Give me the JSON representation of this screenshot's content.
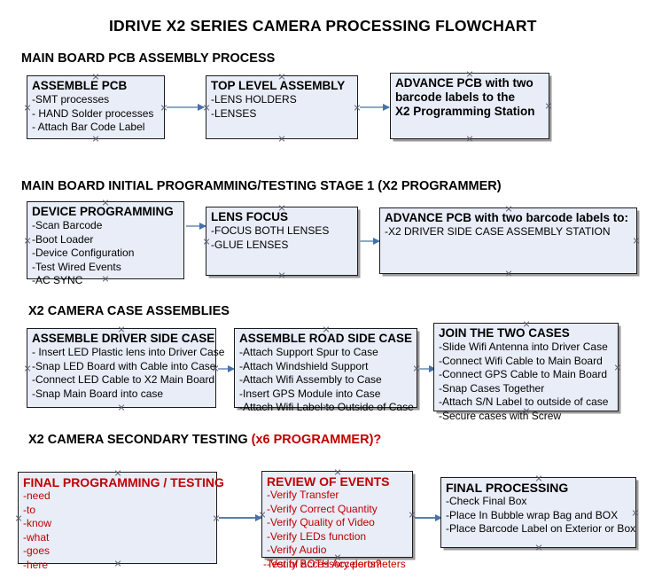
{
  "document": {
    "title": "IDRIVE X2  SERIES CAMERA PROCESSING FLOWCHART"
  },
  "sections": [
    {
      "id": "main-board-pcb-assembly",
      "heading": "MAIN BOARD PCB ASSEMBLY PROCESS",
      "heading_accent": "",
      "nodes": [
        {
          "id": "assemble-pcb",
          "title": "ASSEMBLE PCB",
          "lines": [
            "-SMT processes",
            "- HAND Solder processes",
            "- Attach Bar Code Label"
          ]
        },
        {
          "id": "top-level-assembly",
          "title": "TOP LEVEL ASSEMBLY",
          "lines": [
            "-LENS HOLDERS",
            "-LENSES"
          ]
        },
        {
          "id": "advance-pcb-to-programming-station",
          "title": "ADVANCE PCB with two",
          "lines": [
            "barcode labels to the",
            " X2 Programming Station"
          ]
        }
      ]
    },
    {
      "id": "main-board-initial-programming",
      "heading": "MAIN BOARD INITIAL PROGRAMMING/TESTING STAGE 1 (X2 PROGRAMMER)",
      "heading_accent": "",
      "nodes": [
        {
          "id": "device-programming",
          "title": "DEVICE PROGRAMMING",
          "lines": [
            "-Scan Barcode",
            "-Boot Loader",
            "-Device Configuration",
            "-Test Wired Events",
            "-AC SYNC"
          ]
        },
        {
          "id": "lens-focus",
          "title": "LENS FOCUS",
          "lines": [
            "-FOCUS BOTH LENSES",
            "-GLUE LENSES"
          ]
        },
        {
          "id": "advance-pcb-to-driver-side-case",
          "title": "ADVANCE PCB with two barcode labels to:",
          "lines": [
            "-X2 DRIVER  SIDE  CASE  ASSEMBLY STATION"
          ]
        }
      ]
    },
    {
      "id": "x2-camera-case-assemblies",
      "heading": "X2 CAMERA CASE ASSEMBLIES",
      "heading_accent": "",
      "nodes": [
        {
          "id": "assemble-driver-side-case",
          "title": "ASSEMBLE DRIVER SIDE CASE",
          "lines": [
            "- Insert LED Plastic lens into Driver Case",
            "-Snap LED Board with Cable into Case",
            "-Connect LED Cable to X2 Main Board",
            "-Snap Main Board into case"
          ]
        },
        {
          "id": "assemble-road-side-case",
          "title": "ASSEMBLE ROAD SIDE CASE",
          "lines": [
            "-Attach Support Spur to Case",
            "-Attach Windshield Support",
            "-Attach Wifi Assembly to Case",
            "-Insert GPS Module into Case",
            "-Attach Wifi Label to Outside of Case"
          ]
        },
        {
          "id": "join-the-two-cases",
          "title": "JOIN THE TWO CASES",
          "lines": [
            "-Slide Wifi Antenna into Driver Case",
            "-Connect Wifi Cable to Main Board",
            "-Connect GPS Cable to Main Board",
            "-Snap Cases Together",
            "-Attach S/N Label to outside of case",
            "-Secure cases with Screw"
          ]
        }
      ]
    },
    {
      "id": "x2-camera-secondary-testing",
      "heading": "X2 CAMERA SECONDARY TESTING ",
      "heading_accent": "(x6 PROGRAMMER)?",
      "nodes": [
        {
          "id": "final-programming-testing",
          "title": "FINAL PROGRAMMING / TESTING",
          "lines": [
            "-need",
            "-to",
            "-know",
            "-what",
            "-goes",
            "-here"
          ]
        },
        {
          "id": "review-of-events",
          "title": "REVIEW OF EVENTS",
          "lines": [
            "-Verify Transfer",
            "-Verify Correct Quantity",
            "-Verify Quality of Video",
            "-Verify LEDs function",
            "-Verify Audio",
            "-Verify BOTH Accelerometers"
          ],
          "overflow_line": "-Test of accessory ports?"
        },
        {
          "id": "final-processing",
          "title": "FINAL PROCESSING",
          "lines": [
            " -Check Final Box",
            "-Place In Bubble wrap Bag and BOX",
            "-Place Barcode Label on Exterior or Box"
          ]
        }
      ]
    }
  ],
  "colors": {
    "node_fill": "#e8edf7",
    "node_border": "#1b1b1b",
    "text": "#000000",
    "accent_red": "#c00000",
    "connector": "#8fa8c4",
    "arrowhead": "#4472a8",
    "handle": "#5a5a6e"
  }
}
